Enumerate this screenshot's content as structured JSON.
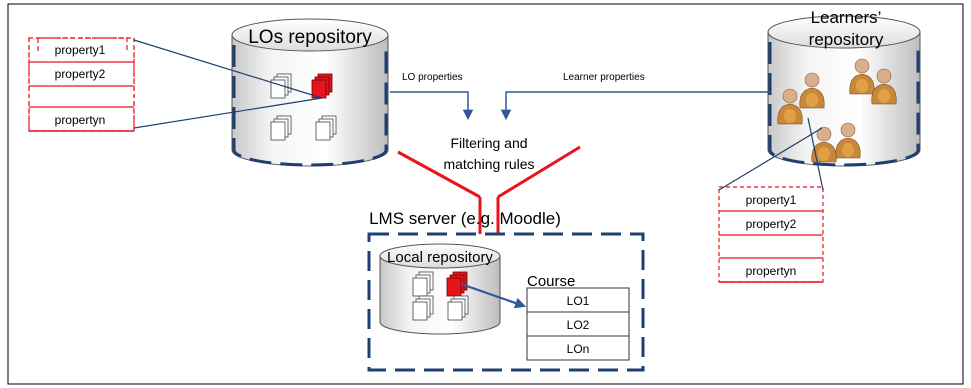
{
  "lo_repository": {
    "title": "LOs repository",
    "properties": [
      "property1",
      "property2",
      "",
      "propertyn"
    ]
  },
  "learners_repository": {
    "title_line1": "Learners’",
    "title_line2": "repository",
    "properties": [
      "property1",
      "property2",
      "",
      "propertyn"
    ]
  },
  "arrows": {
    "lo_properties": "LO properties",
    "learner_properties": "Learner properties"
  },
  "filter": {
    "line1": "Filtering and",
    "line2": "matching rules"
  },
  "lms": {
    "title": "LMS server (e.g. Moodle)",
    "local_repository": "Local repository",
    "course": {
      "title": "Course",
      "items": [
        "LO1",
        "LO2",
        "LOn"
      ]
    }
  },
  "colors": {
    "red": "#e8141c",
    "navy": "#1f3f73",
    "arrow_blue": "#2f5a97"
  }
}
